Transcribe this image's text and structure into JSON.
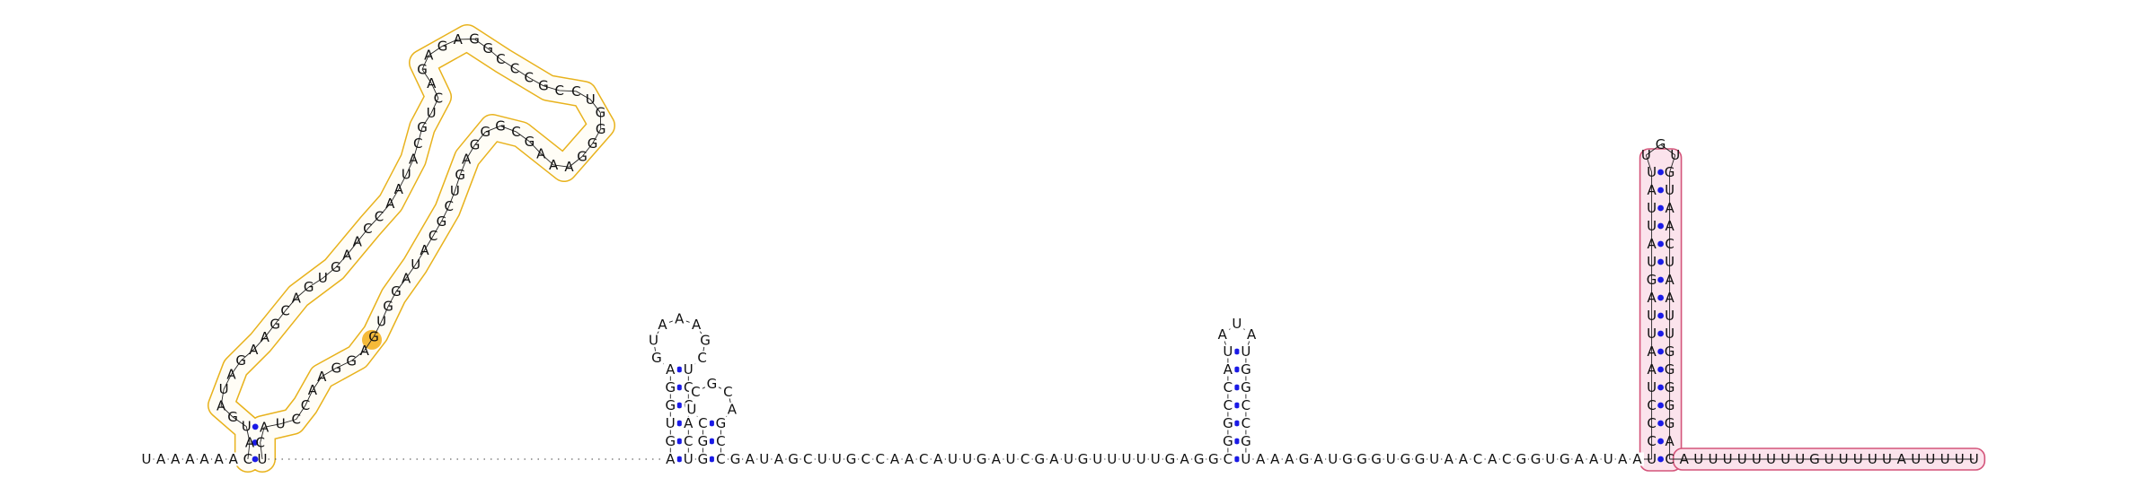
{
  "colors": {
    "pair_dot": "#1a1ae6",
    "domain_outline": "#e8b21c",
    "domain_fill": "#fffdf6",
    "highlight_fill": "#f3ae17",
    "terminator_outline": "#d4547a",
    "terminator_fill": "#fbe3ec"
  },
  "diagram": {
    "prefix": "UAAAAAA",
    "structured_5prime": "CAUGAUAGAAGCAGUGAACCAAUACGUCAGAGAGGCCCGCCUGGGGAAAGCGGGAGUCGCAUAGGUGAGGAACCUACU",
    "gap_length": 28,
    "hairpin1": {
      "stem_5": "AGUGGA",
      "loop": "GUAAAGC",
      "stem_3": "UCCACU"
    },
    "hairpin2": {
      "stem_5": "GGC",
      "loop": "UCGCA",
      "stem_3": "GCC"
    },
    "linker1": "GAUAGCUUGCCAACAUUGAUCGAUGUUUUUGAGG",
    "hairpin3": {
      "stem_5": "CGGCCAU",
      "loop": "AUA",
      "stem_3": "UGGCCGU"
    },
    "linker2": "AAAGAUGGGUGGUAACACGGUGAAUAA",
    "terminator": {
      "stem_5": "UCCCUAAUUAGUAUUAU",
      "loop": "UGU",
      "stem_3": "GUAACUAAUUGGGGGAC",
      "tail": "AUUUUUUUUGUUUUUAUUUUU"
    }
  }
}
